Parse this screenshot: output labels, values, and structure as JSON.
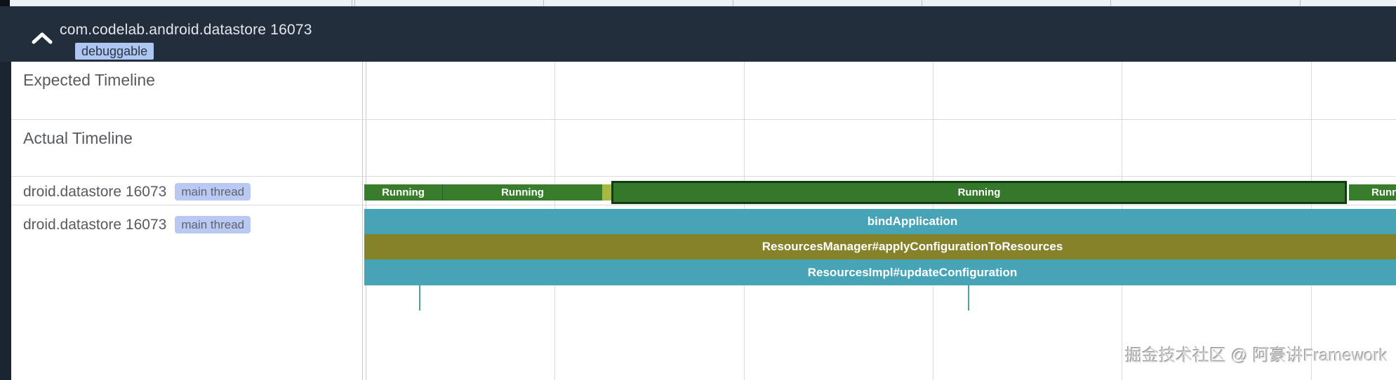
{
  "header": {
    "title": "com.codelab.android.datastore 16073",
    "badge": "debuggable",
    "collapse_icon": "chevron-up"
  },
  "left_panel": {
    "expected_row": {
      "label": "Expected Timeline"
    },
    "actual_row": {
      "label": "Actual Timeline"
    },
    "thread_rows": [
      {
        "label": "droid.datastore 16073",
        "badge": "main thread"
      },
      {
        "label": "droid.datastore 16073",
        "badge": "main thread"
      }
    ]
  },
  "timeline": {
    "running_track": {
      "slices": [
        {
          "label": "Running",
          "state": "running"
        },
        {
          "label": "Running",
          "state": "running"
        },
        {
          "label": "",
          "state": "runnable-sliver"
        },
        {
          "label": "Running",
          "state": "running-selected"
        },
        {
          "label": "Running",
          "state": "running-clipped-right"
        }
      ]
    },
    "slice_track": {
      "slices": [
        {
          "label": "bindApplication"
        },
        {
          "label": "ResourcesManager#applyConfigurationToResources"
        },
        {
          "label": "ResourcesImpl#updateConfiguration"
        }
      ]
    }
  },
  "watermark": "掘金技术社区 @ 阿豪讲Framework",
  "colors": {
    "header_bg": "#232e3c",
    "sidebar_bg": "#1b2531",
    "badge_debuggable_bg": "#aec6f2",
    "badge_thread_bg": "#b9c9f4",
    "running_green": "#377d2c",
    "running_selected_border": "#113c10",
    "running_sliver": "#a6ba43",
    "slice_teal": "#47a4b6",
    "slice_olive": "#85822a",
    "tick_teal": "#47a79a",
    "grid_line": "#dadcdf",
    "divider_line": "#d8dadd",
    "label_text": "#565b61"
  }
}
